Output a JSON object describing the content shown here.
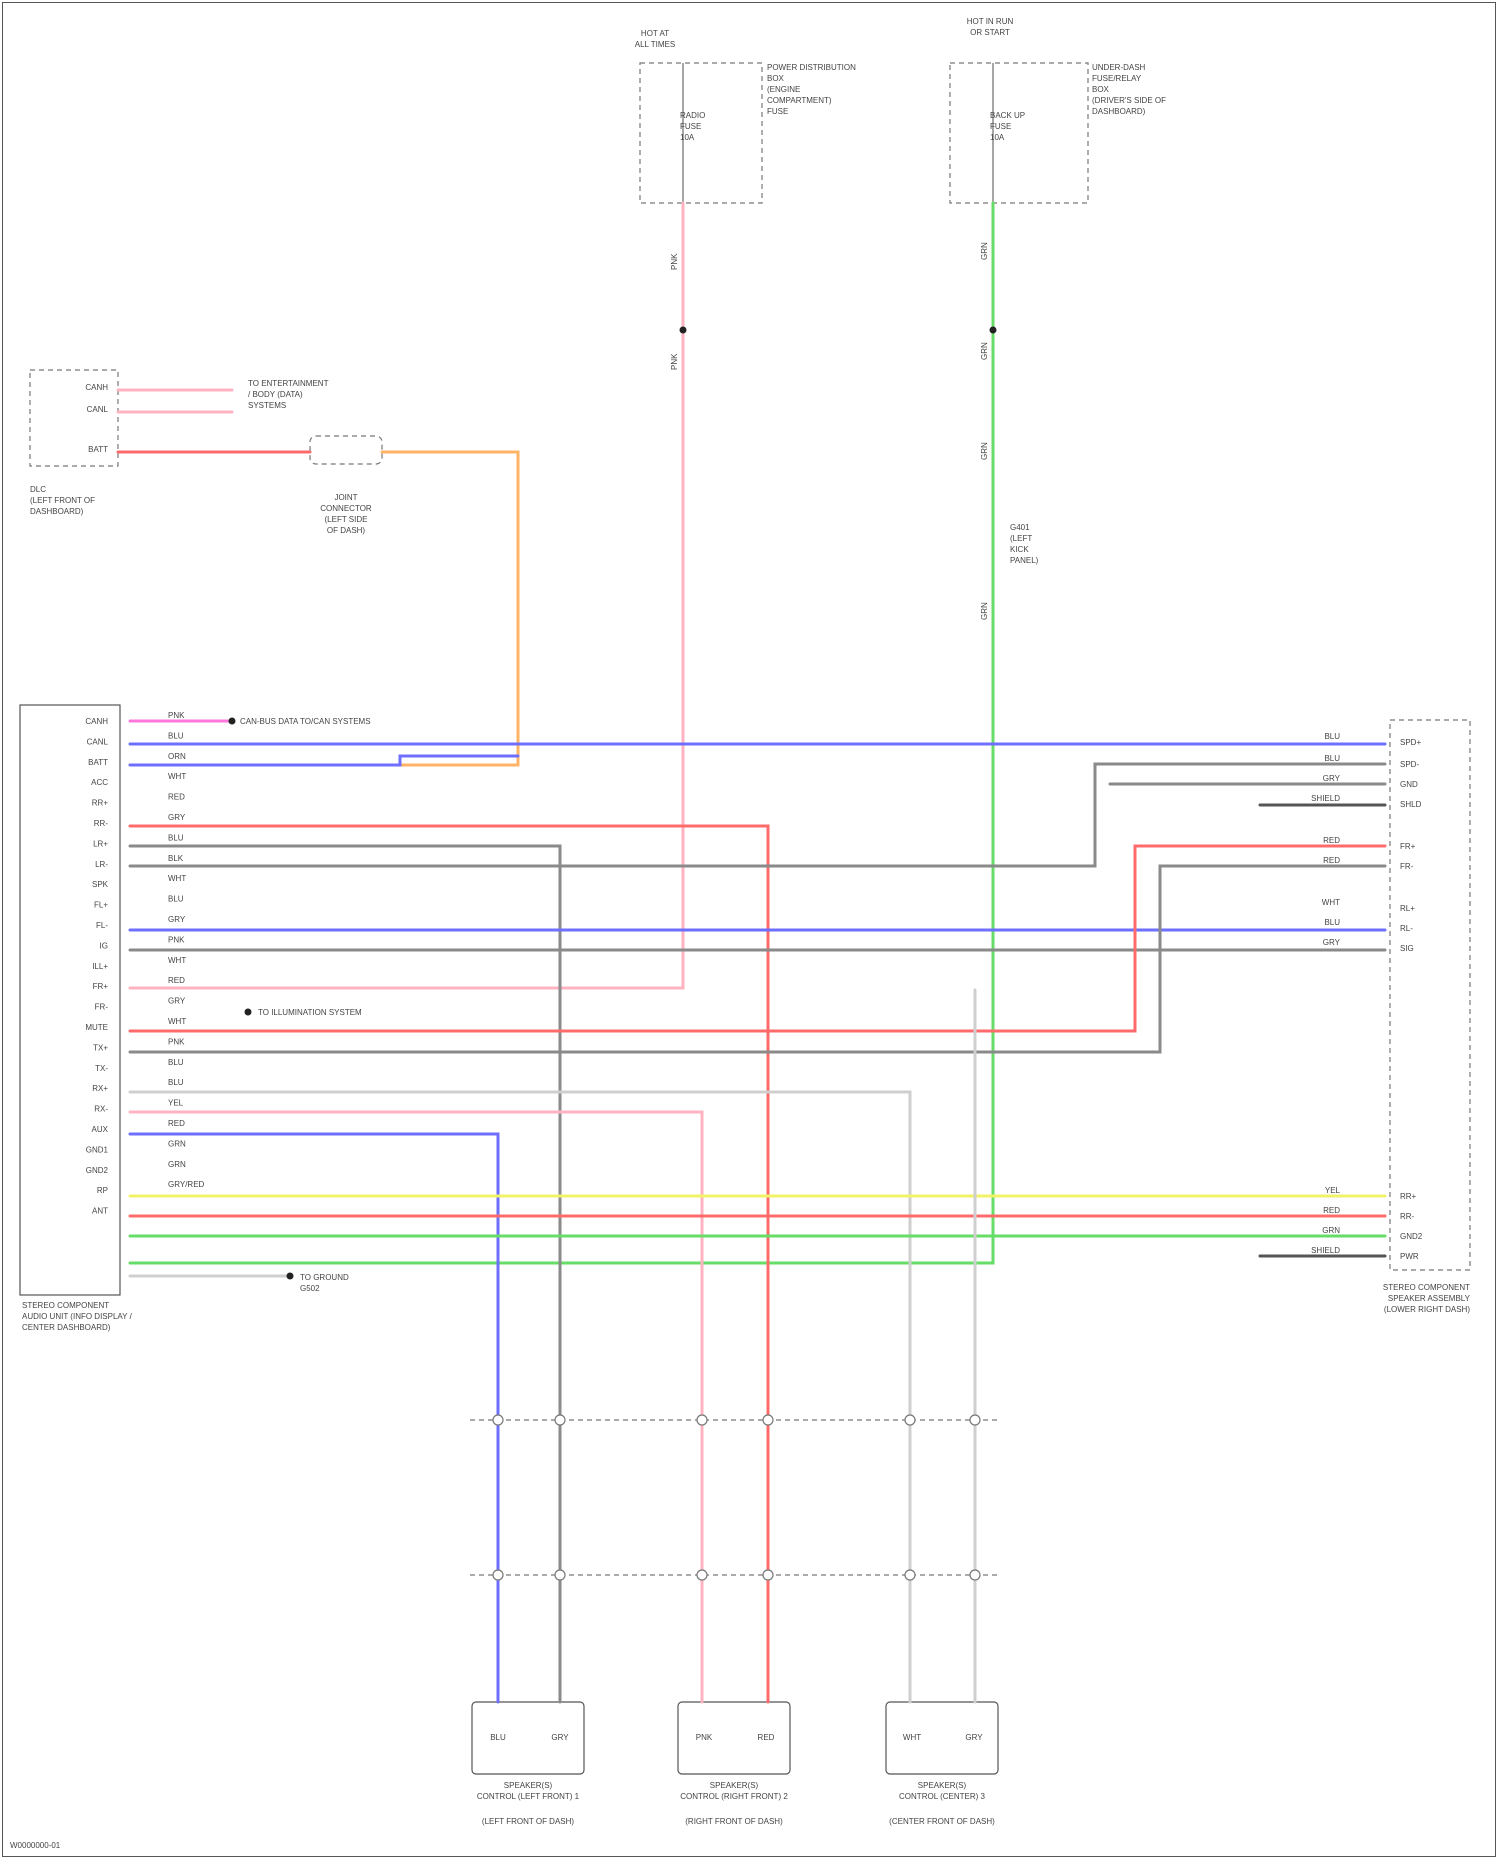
{
  "diagram": {
    "footer_code": "W0000000-01",
    "colors": {
      "red": "#ff6b6b",
      "blue": "#6f6fff",
      "orange": "#ffb366",
      "pink": "#ffb3c1",
      "magenta": "#ff77dd",
      "green": "#66dd66",
      "yellow": "#f2f266",
      "gray": "#8a8a8a",
      "lightgray": "#cfcfcf"
    },
    "top_left_component": {
      "lines": [
        "HOT AT",
        "ALL TIMES"
      ],
      "desc": [
        "POWER DISTRIBUTION",
        "BOX",
        "(ENGINE",
        "COMPARTMENT)",
        "FUSE"
      ],
      "fuse": [
        "RADIO",
        "FUSE",
        "10A"
      ]
    },
    "top_right_component": {
      "lines": [
        "HOT IN RUN",
        "OR START"
      ],
      "desc": [
        "UNDER-DASH",
        "FUSE/RELAY",
        "BOX",
        "(DRIVER'S SIDE OF",
        "DASHBOARD)"
      ],
      "fuse": [
        "BACK UP",
        "FUSE",
        "10A"
      ]
    },
    "dlc": {
      "pins": [
        "CANH",
        "CANL",
        "BATT"
      ],
      "caption": [
        "DLC",
        "(LEFT FRONT OF",
        "DASHBOARD)"
      ]
    },
    "junction": {
      "caption": [
        "JOINT",
        "CONNECTOR",
        "(LEFT SIDE",
        "OF DASH)"
      ]
    },
    "ground_note": [
      "G401",
      "(LEFT",
      "KICK",
      "PANEL)"
    ],
    "left_module": {
      "pins": [
        "CANH",
        "CANL",
        "BATT",
        "ACC",
        "RR+",
        "RR-",
        "LR+",
        "LR-",
        "SPK",
        "FL+",
        "FL-",
        "IG",
        "ILL+",
        "FR+",
        "FR-",
        "MUTE",
        "TX+",
        "TX-",
        "RX+",
        "RX-",
        "AUX",
        "GND1",
        "GND2",
        "RP",
        "ANT"
      ],
      "caption": [
        "STEREO COMPONENT",
        "AUDIO UNIT (INFO DISPLAY /",
        "CENTER DASHBOARD)"
      ]
    },
    "right_module": {
      "pins": [
        "SPD+",
        "SPD-",
        "GND",
        "SHLD",
        "FR+",
        "FR-",
        "RL+",
        "RL-",
        "SIG",
        "RR+",
        "RR-",
        "GND2",
        "PWR"
      ],
      "caption": [
        "STEREO COMPONENT",
        "SPEAKER ASSEMBLY",
        "(LOWER RIGHT DASH)"
      ]
    },
    "wire_labels": {
      "left": [
        "PNK",
        "BLU",
        "ORN",
        "WHT",
        "RED",
        "GRY",
        "BLU",
        "BLK",
        "WHT",
        "BLU",
        "GRY",
        "PNK",
        "WHT",
        "RED",
        "GRY",
        "WHT",
        "PNK",
        "BLU",
        "BLU",
        "YEL",
        "RED",
        "GRN",
        "GRN",
        "GRY/RED"
      ],
      "right": [
        "BLU",
        "BLU",
        "GRY",
        "SHIELD",
        "RED",
        "RED",
        "WHT",
        "BLU",
        "GRY",
        "YEL",
        "RED",
        "GRN",
        "SHIELD"
      ],
      "vertical": [
        "PNK",
        "PNK",
        "GRN",
        "GRN",
        "GRN",
        "GRN"
      ]
    },
    "notes": {
      "dlc_to": [
        "TO ENTERTAINMENT",
        "/ BODY (DATA)",
        "SYSTEMS"
      ],
      "can_to": "CAN-BUS DATA TO/CAN SYSTEMS",
      "ill_to": "TO ILLUMINATION SYSTEM",
      "gnd_to": [
        "TO GROUND",
        "G502"
      ]
    },
    "speakers": [
      {
        "caption": [
          "SPEAKER(S)",
          "CONTROL (LEFT FRONT) 1"
        ],
        "sub": "(LEFT FRONT OF DASH)",
        "pins": [
          "BLU",
          "GRY"
        ]
      },
      {
        "caption": [
          "SPEAKER(S)",
          "CONTROL (RIGHT FRONT) 2"
        ],
        "sub": "(RIGHT FRONT OF DASH)",
        "pins": [
          "PNK",
          "RED"
        ]
      },
      {
        "caption": [
          "SPEAKER(S)",
          "CONTROL (CENTER) 3"
        ],
        "sub": "(CENTER FRONT OF DASH)",
        "pins": [
          "WHT",
          "GRY"
        ]
      }
    ]
  }
}
